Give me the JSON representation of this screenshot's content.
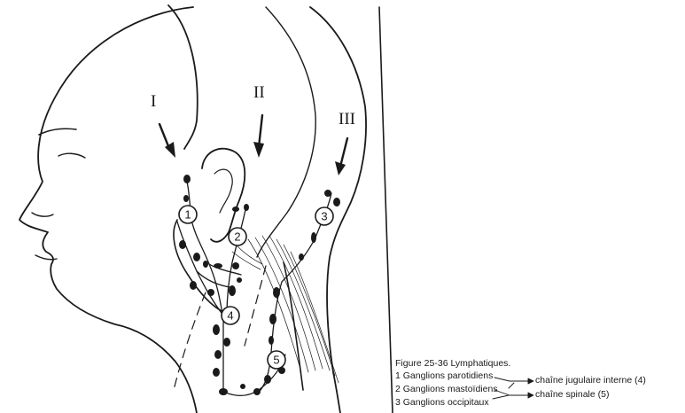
{
  "figure": {
    "ids": {
      "I": "I",
      "II": "II",
      "III": "III"
    },
    "numbers": [
      "1",
      "2",
      "3",
      "4",
      "5"
    ],
    "caption": {
      "title": "Figure 25-36   Lymphatiques.",
      "line1": "1 Ganglions parotidiens",
      "line2": "2 Ganglions mastoïdiens",
      "line3": "3 Ganglions occipitaux",
      "chain_upper": "chaîne jugulaire interne (4)",
      "chain_lower": "chaîne spinale (5)"
    }
  },
  "colors": {
    "ink": "#1a1a1a",
    "paper": "#ffffff"
  }
}
